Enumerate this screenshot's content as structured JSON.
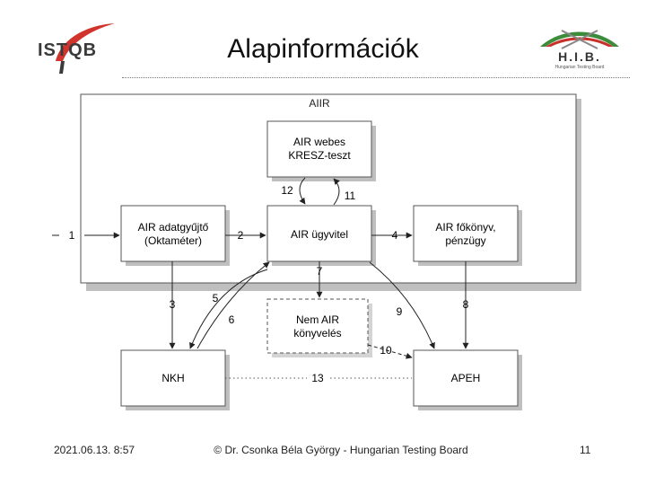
{
  "header": {
    "title": "Alapinformációk",
    "istqb_logo_text": "ISTQB",
    "hib_logo_text": "H.I.B.",
    "hib_logo_subtext": "Hungarian Testing Board"
  },
  "diagram": {
    "container_label": "AIIR",
    "nodes": {
      "kresz": [
        "AIR webes",
        "KRESZ-teszt"
      ],
      "adatgyujto": [
        "AIR adatgyűjtő",
        "(Oktaméter)"
      ],
      "ugyvitel": [
        "AIR ügyvitel"
      ],
      "fokonyv": [
        "AIR főkönyv,",
        "pénzügy"
      ],
      "nemair": [
        "Nem AIR",
        "könyvelés"
      ],
      "nkh": [
        "NKH"
      ],
      "apeh": [
        "APEH"
      ]
    },
    "edge_labels": {
      "e1": "1",
      "e2": "2",
      "e3": "3",
      "e4": "4",
      "e5": "5",
      "e6": "6",
      "e7": "7",
      "e8": "8",
      "e9": "9",
      "e10": "10",
      "e11": "11",
      "e12": "12",
      "e13": "13"
    }
  },
  "footer": {
    "date": "2021.06.13. 8:57",
    "copyright": "© Dr. Csonka Béla György - Hungarian Testing Board",
    "page": "11"
  },
  "colors": {
    "box_fill": "#ffffff",
    "box_stroke": "#555555",
    "container_fill": "#ffffff",
    "shadow": "#bfbfbf",
    "istqb_red": "#d0342c",
    "istqb_dark": "#3a3a3a",
    "hib_green": "#3c8c3c",
    "hib_red": "#c8302a"
  }
}
